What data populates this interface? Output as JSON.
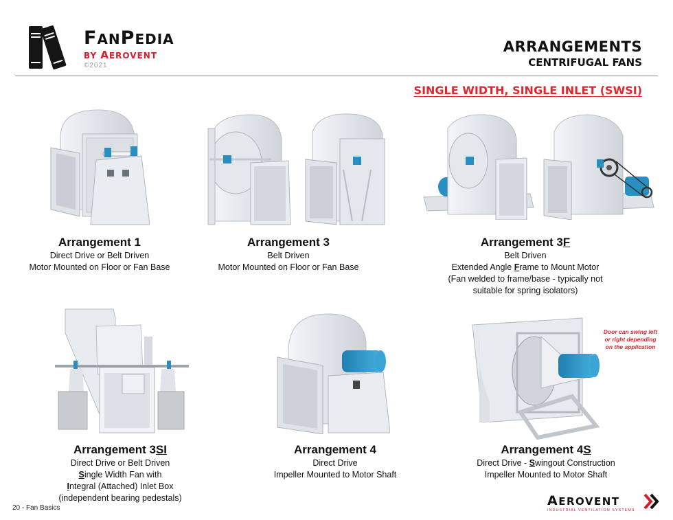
{
  "logo": {
    "title_first": "F",
    "title_rest1": "AN",
    "title_second": "P",
    "title_rest2": "EDIA",
    "by_prefix": "BY ",
    "by_big": "A",
    "by_rest": "EROVENT",
    "copyright": "©2021",
    "icon": "books-icon"
  },
  "header": {
    "title": "ARRANGEMENTS",
    "subtitle": "CENTRIFUGAL FANS",
    "section": "SINGLE WIDTH, SINGLE INLET (SWSI)"
  },
  "colors": {
    "accent_red": "#e0262f",
    "brand_red": "#d3202b",
    "fan_body": "#e6e9ee",
    "motor_blue": "#2a8fc0",
    "text": "#111111",
    "divider": "#888888"
  },
  "arrangements": [
    {
      "name_main": "Arrangement 1",
      "name_u": "",
      "lines": [
        "Direct Drive or Belt Driven",
        "Motor Mounted on Floor or Fan Base"
      ],
      "image": "arrangement-1-fan-illustration"
    },
    {
      "name_main": "Arrangement 3",
      "name_u": "",
      "lines": [
        "Belt Driven",
        "Motor Mounted on Floor or Fan Base"
      ],
      "image": "arrangement-3-fan-illustrations"
    },
    {
      "name_main": "Arrangement 3",
      "name_u": "F",
      "line1": "Belt Driven",
      "line2_pre": "Extended Angle ",
      "line2_u": "F",
      "line2_post": "rame to Mount Motor",
      "line3": "(Fan welded to frame/base - typically not",
      "line4": "suitable for spring isolators)",
      "image": "arrangement-3f-fan-illustrations"
    },
    {
      "name_main": "Arrangement 3",
      "name_u": "SI",
      "line1": "Direct Drive or Belt Driven",
      "line2_u": "S",
      "line2_post": "ingle Width Fan with",
      "line3_u": "I",
      "line3_post": "ntegral (Attached) Inlet Box",
      "line4": "(independent bearing pedestals)",
      "image": "arrangement-3si-fan-illustration"
    },
    {
      "name_main": "Arrangement 4",
      "name_u": "",
      "lines": [
        "Direct Drive",
        "Impeller Mounted to Motor Shaft"
      ],
      "image": "arrangement-4-fan-illustration"
    },
    {
      "name_main": "Arrangement 4",
      "name_u": "S",
      "line1_pre": "Direct Drive - ",
      "line1_u": "S",
      "line1_post": "wingout Construction",
      "line2": "Impeller Mounted to Motor Shaft",
      "image": "arrangement-4s-fan-illustration"
    }
  ],
  "note": {
    "line1": "Door can swing left",
    "line2": "or right depending",
    "line3": "on the application"
  },
  "footer": {
    "page": "20 - Fan Basics",
    "brand_big": "A",
    "brand_rest": "EROVENT",
    "tagline": "INDUSTRIAL VENTILATION SYSTEMS",
    "icon": "double-chevron-icon"
  }
}
